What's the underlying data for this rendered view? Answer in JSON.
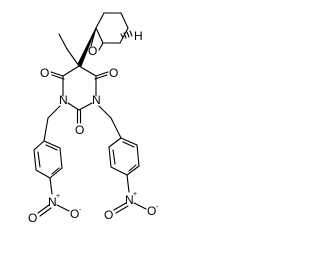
{
  "structure": {
    "atom_labels": {
      "epoxide_o": "O",
      "stereo_h": "H",
      "carbonyl_o_left": "O",
      "carbonyl_o_right": "O",
      "carbonyl_o_bottom": "O",
      "ring_n_left": "N",
      "ring_n_right": "N",
      "nitro_left_n": "N",
      "nitro_left_charge": "+",
      "nitro_left_o_top": "O",
      "nitro_left_o_bottom": "O",
      "nitro_left_o_charge": "-",
      "nitro_right_n": "N",
      "nitro_right_charge": "+",
      "nitro_right_o_top": "O",
      "nitro_right_o_bottom": "O",
      "nitro_right_o_charge": "-"
    }
  }
}
